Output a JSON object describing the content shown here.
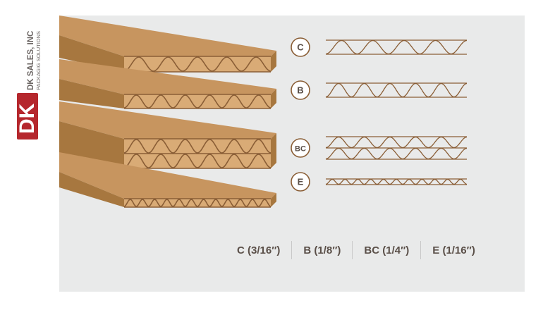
{
  "brand": {
    "mark": "DK",
    "name": "DK SALES, INC",
    "tagline": "PACKAGIG SOLUTIONS",
    "color": "#b5272d"
  },
  "flutes": [
    {
      "id": "c",
      "badge": "C",
      "legend": "C (3/16″)",
      "cycles": 4.5,
      "double": false
    },
    {
      "id": "b",
      "badge": "B",
      "legend": "B (1/8″)",
      "cycles": 5.5,
      "double": false
    },
    {
      "id": "bc",
      "badge": "BC",
      "legend": "BC (1/4″)",
      "cycles": 5.5,
      "double": true
    },
    {
      "id": "e",
      "badge": "E",
      "legend": "E (1/16″)",
      "cycles": 11,
      "double": false
    }
  ],
  "colors": {
    "panel": "#e9eaea",
    "cardboard": "#c7955f",
    "cardboard_dark": "#a7773f",
    "cardboard_light": "#d9ab76",
    "line": "#8a5e36",
    "text": "#5a4f48"
  }
}
